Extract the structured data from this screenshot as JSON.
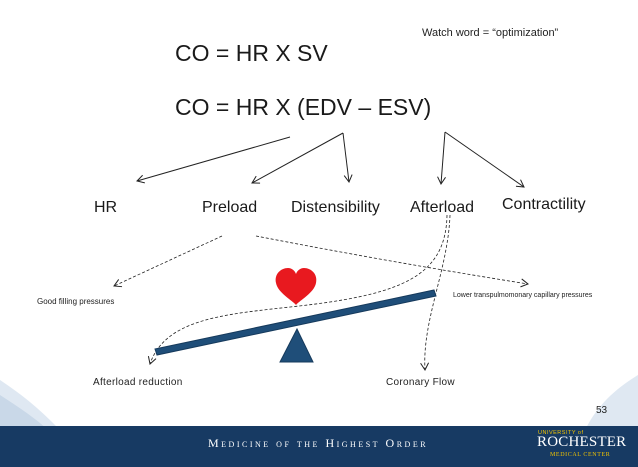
{
  "slide": {
    "watch_word": "Watch word = “optimization”",
    "equation_1": "CO = HR X SV",
    "equation_2": "CO = HR X (EDV – ESV)",
    "variables": {
      "hr": "HR",
      "preload": "Preload",
      "distensibility": "Distensibility",
      "afterload": "Afterload",
      "contractility": "Contractility"
    },
    "outcomes": {
      "good_filling": "Good filling pressures",
      "lower_pressures": "Lower transpulmomonary capillary pressures",
      "afterload_reduction": "Afterload  reduction",
      "coronary_flow": "Coronary Flow"
    },
    "page_number": "53"
  },
  "footer": {
    "title": "Medicine of the Highest Order",
    "logo_line1": "UNIVERSITY of",
    "logo_line2": "ROCHESTER",
    "logo_line3": "MEDICAL CENTER"
  },
  "colors": {
    "beam": "#1f4e79",
    "fulcrum": "#1f4e79",
    "heart": "#e8191f",
    "footer": "#173a63",
    "logo_gold": "#f2c400"
  }
}
